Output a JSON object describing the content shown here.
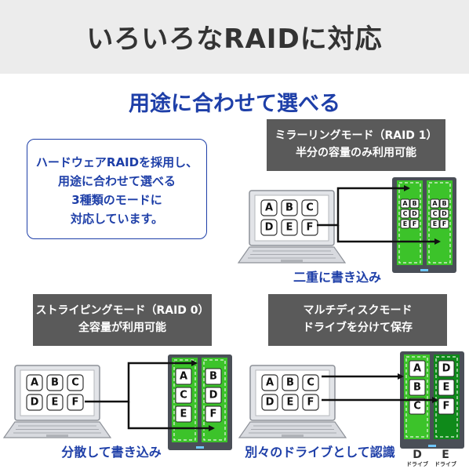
{
  "title": "いろいろなRAIDに対応",
  "subtitle": "用途に合わせて選べる",
  "callout": {
    "lines": [
      "ハードウェアRAIDを採用し、",
      "用途に合わせて選べる",
      "3種類のモードに",
      "対応しています。"
    ]
  },
  "mirroring": {
    "title": "ミラーリングモード（RAID 1）",
    "desc": "半分の容量のみ利用可能",
    "caption": "二重に書き込み",
    "laptop_files": [
      "A",
      "B",
      "C",
      "D",
      "E",
      "F"
    ],
    "drive1": [
      "A",
      "B",
      "C",
      "D",
      "E",
      "F"
    ],
    "drive2": [
      "A",
      "B",
      "C",
      "D",
      "E",
      "F"
    ]
  },
  "striping": {
    "title": "ストライピングモード（RAID 0）",
    "desc": "全容量が利用可能",
    "caption": "分散して書き込み",
    "laptop_files": [
      "A",
      "B",
      "C",
      "D",
      "E",
      "F"
    ],
    "drive1": [
      "A",
      "C",
      "E"
    ],
    "drive2": [
      "B",
      "D",
      "F"
    ]
  },
  "multidisk": {
    "title": "マルチディスクモード",
    "desc": "ドライブを分けて保存",
    "caption": "別々のドライブとして認識",
    "laptop_files": [
      "A",
      "B",
      "C",
      "D",
      "E",
      "F"
    ],
    "drive1": [
      "A",
      "B",
      "C"
    ],
    "drive2": [
      "D",
      "E",
      "F"
    ],
    "drive_labels": [
      {
        "letter": "D",
        "sub": "ドライブ"
      },
      {
        "letter": "E",
        "sub": "ドライブ"
      }
    ]
  },
  "colors": {
    "accent": "#1e3fa8",
    "green": "#3cc32a",
    "dark_green": "#0f8a1a",
    "enclosure": "#4a4f57"
  }
}
